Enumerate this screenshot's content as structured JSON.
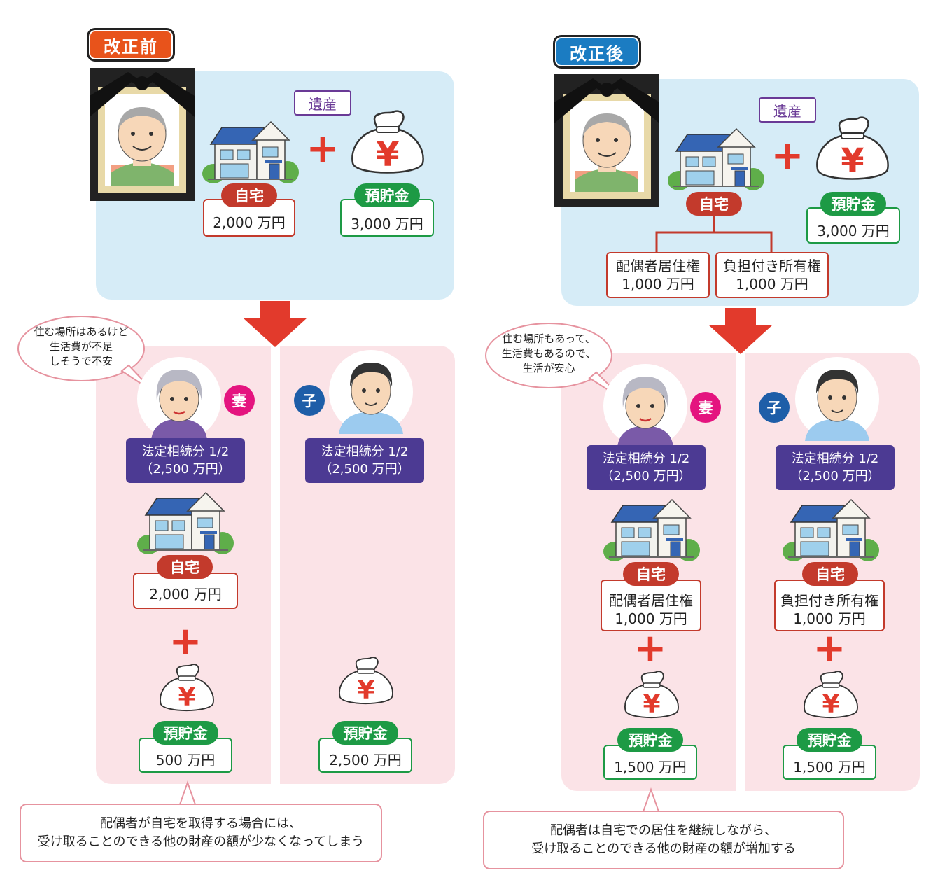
{
  "colors": {
    "before_tag": "#e8531b",
    "after_tag": "#1b7cc2",
    "panel_blue": "#d6ecf7",
    "panel_pink": "#fbe3e7",
    "red_label": "#c33a2c",
    "green_label": "#1d9a45",
    "purple_share": "#4c3a93",
    "wife_badge": "#e4147f",
    "child_badge": "#1e5ea8",
    "arrow": "#e23a2c"
  },
  "icons": [
    "memorial-portrait-icon",
    "house-icon",
    "money-bag-icon",
    "plus-icon",
    "down-arrow-icon",
    "wife-face-icon",
    "son-face-icon",
    "speech-bubble-icon"
  ],
  "before": {
    "title": "改正前",
    "estate_label": "遺産",
    "home": {
      "label": "自宅",
      "value": "2,000 万円"
    },
    "savings": {
      "label": "預貯金",
      "value": "3,000 万円"
    },
    "bubble": [
      "住む場所はあるけど",
      "生活費が不足",
      "しそうで不安"
    ],
    "wife": {
      "badge": "妻",
      "share_line1": "法定相続分 1/2",
      "share_line2": "（2,500 万円）",
      "home_label": "自宅",
      "home_value": "2,000 万円",
      "savings_label": "預貯金",
      "savings_value": "500 万円"
    },
    "child": {
      "badge": "子",
      "share_line1": "法定相続分 1/2",
      "share_line2": "（2,500 万円）",
      "savings_label": "預貯金",
      "savings_value": "2,500 万円"
    },
    "note": [
      "配偶者が自宅を取得する場合には、",
      "受け取ることのできる他の財産の額が少なくなってしまう"
    ]
  },
  "after": {
    "title": "改正後",
    "estate_label": "遺産",
    "home": {
      "label": "自宅"
    },
    "savings": {
      "label": "預貯金",
      "value": "3,000 万円"
    },
    "split_left": {
      "line1": "配偶者居住権",
      "line2": "1,000 万円"
    },
    "split_right": {
      "line1": "負担付き所有権",
      "line2": "1,000 万円"
    },
    "bubble": [
      "住む場所もあって、",
      "生活費もあるので、",
      "生活が安心"
    ],
    "wife": {
      "badge": "妻",
      "share_line1": "法定相続分 1/2",
      "share_line2": "（2,500 万円）",
      "home_label": "自宅",
      "home_line1": "配偶者居住権",
      "home_line2": "1,000 万円",
      "savings_label": "預貯金",
      "savings_value": "1,500 万円"
    },
    "child": {
      "badge": "子",
      "share_line1": "法定相続分 1/2",
      "share_line2": "（2,500 万円）",
      "home_label": "自宅",
      "home_line1": "負担付き所有権",
      "home_line2": "1,000 万円",
      "savings_label": "預貯金",
      "savings_value": "1,500 万円"
    },
    "note": [
      "配偶者は自宅での居住を継続しながら、",
      "受け取ることのできる他の財産の額が増加する"
    ]
  }
}
